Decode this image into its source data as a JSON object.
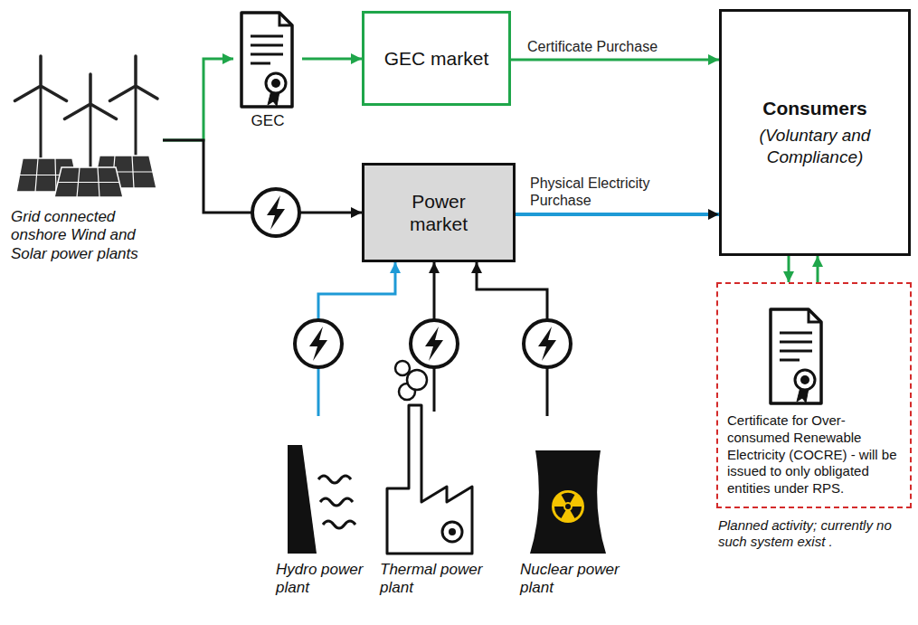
{
  "diagram": {
    "nodes": [
      {
        "text": [
          "Grid connected onshore Wind and Solar power plants"
        ]
      },
      {
        "text": [
          "GEC"
        ]
      },
      {
        "text": [
          "GEC market"
        ]
      },
      {
        "text": [
          "Consumers",
          "(Voluntary and Compliance)"
        ]
      },
      {
        "text": [
          "Power market"
        ]
      },
      {
        "text": [
          "Hydro power plant"
        ]
      },
      {
        "text": [
          "Thermal power plant"
        ]
      },
      {
        "text": [
          "Nuclear power plant"
        ]
      },
      {
        "text": [
          "Certificate for Over-consumed Renewable Electricity (COCRE) - will be issued to only obligated entities under RPS."
        ]
      }
    ],
    "edges": [
      {
        "from": 0,
        "to": 1,
        "arrow": "to"
      },
      {
        "from": 1,
        "to": 2,
        "arrow": "to"
      },
      {
        "from": 0,
        "to": 4,
        "arrow": "to"
      },
      {
        "from": 2,
        "to": 3,
        "label": "Certificate Purchase",
        "arrow": "to"
      },
      {
        "from": 4,
        "to": 3,
        "label": "Physical Electricity Purchase",
        "arrow": "to"
      },
      {
        "from": 5,
        "to": 4,
        "arrow": "to"
      },
      {
        "from": 6,
        "to": 4,
        "arrow": "to"
      },
      {
        "from": 7,
        "to": 4,
        "arrow": "to"
      },
      {
        "from": 3,
        "to": 8,
        "arrow": "to"
      },
      {
        "from": 8,
        "to": 3,
        "arrow": "to"
      }
    ],
    "labels": [
      "Planned activity; currently no such system exist ."
    ]
  }
}
